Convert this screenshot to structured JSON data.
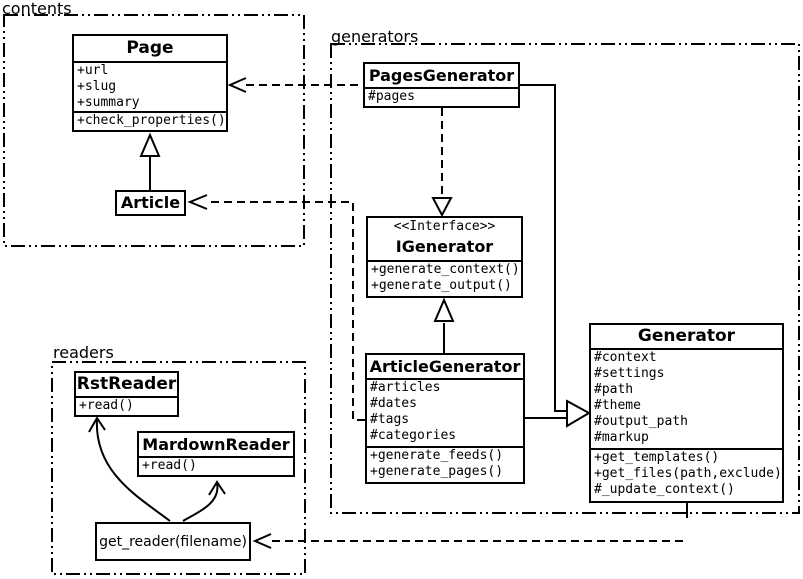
{
  "diagram": {
    "background_color": "#ffffff",
    "line_color": "#000000",
    "type": "uml-class-diagram"
  },
  "packages": {
    "contents": {
      "label": "contents"
    },
    "generators": {
      "label": "generators"
    },
    "readers": {
      "label": "readers"
    }
  },
  "classes": {
    "page": {
      "name": "Page",
      "attributes": [
        "+url",
        "+slug",
        "+summary"
      ],
      "methods": [
        "+check_properties()"
      ]
    },
    "article": {
      "name": "Article"
    },
    "pages_generator": {
      "name": "PagesGenerator",
      "attributes": [
        "#pages"
      ]
    },
    "igenerator": {
      "stereotype": "<<Interface>>",
      "name": "IGenerator",
      "methods": [
        "+generate_context()",
        "+generate_output()"
      ]
    },
    "article_generator": {
      "name": "ArticleGenerator",
      "attributes": [
        "#articles",
        "#dates",
        "#tags",
        "#categories"
      ],
      "methods": [
        "+generate_feeds()",
        "+generate_pages()"
      ]
    },
    "generator": {
      "name": "Generator",
      "attributes": [
        "#context",
        "#settings",
        "#path",
        "#theme",
        "#output_path",
        "#markup"
      ],
      "methods": [
        "+get_templates()",
        "+get_files(path,exclude)",
        "#_update_context()"
      ]
    },
    "rst_reader": {
      "name": "RstReader",
      "methods": [
        "+read()"
      ]
    },
    "mardown_reader": {
      "name": "MardownReader",
      "methods": [
        "+read()"
      ]
    },
    "get_reader": {
      "name": "get_reader(filename)"
    }
  },
  "relationships": [
    {
      "from": "Article",
      "to": "Page",
      "type": "generalization"
    },
    {
      "from": "PagesGenerator",
      "to": "Page",
      "type": "dependency"
    },
    {
      "from": "ArticleGenerator",
      "to": "Article",
      "type": "dependency"
    },
    {
      "from": "PagesGenerator",
      "to": "IGenerator",
      "type": "realization"
    },
    {
      "from": "ArticleGenerator",
      "to": "IGenerator",
      "type": "generalization"
    },
    {
      "from": "PagesGenerator",
      "to": "Generator",
      "type": "generalization"
    },
    {
      "from": "ArticleGenerator",
      "to": "Generator",
      "type": "generalization"
    },
    {
      "from": "Generator",
      "to": "get_reader(filename)",
      "type": "dependency"
    },
    {
      "from": "get_reader(filename)",
      "to": "RstReader",
      "type": "arrow"
    },
    {
      "from": "get_reader(filename)",
      "to": "MardownReader",
      "type": "arrow"
    }
  ]
}
